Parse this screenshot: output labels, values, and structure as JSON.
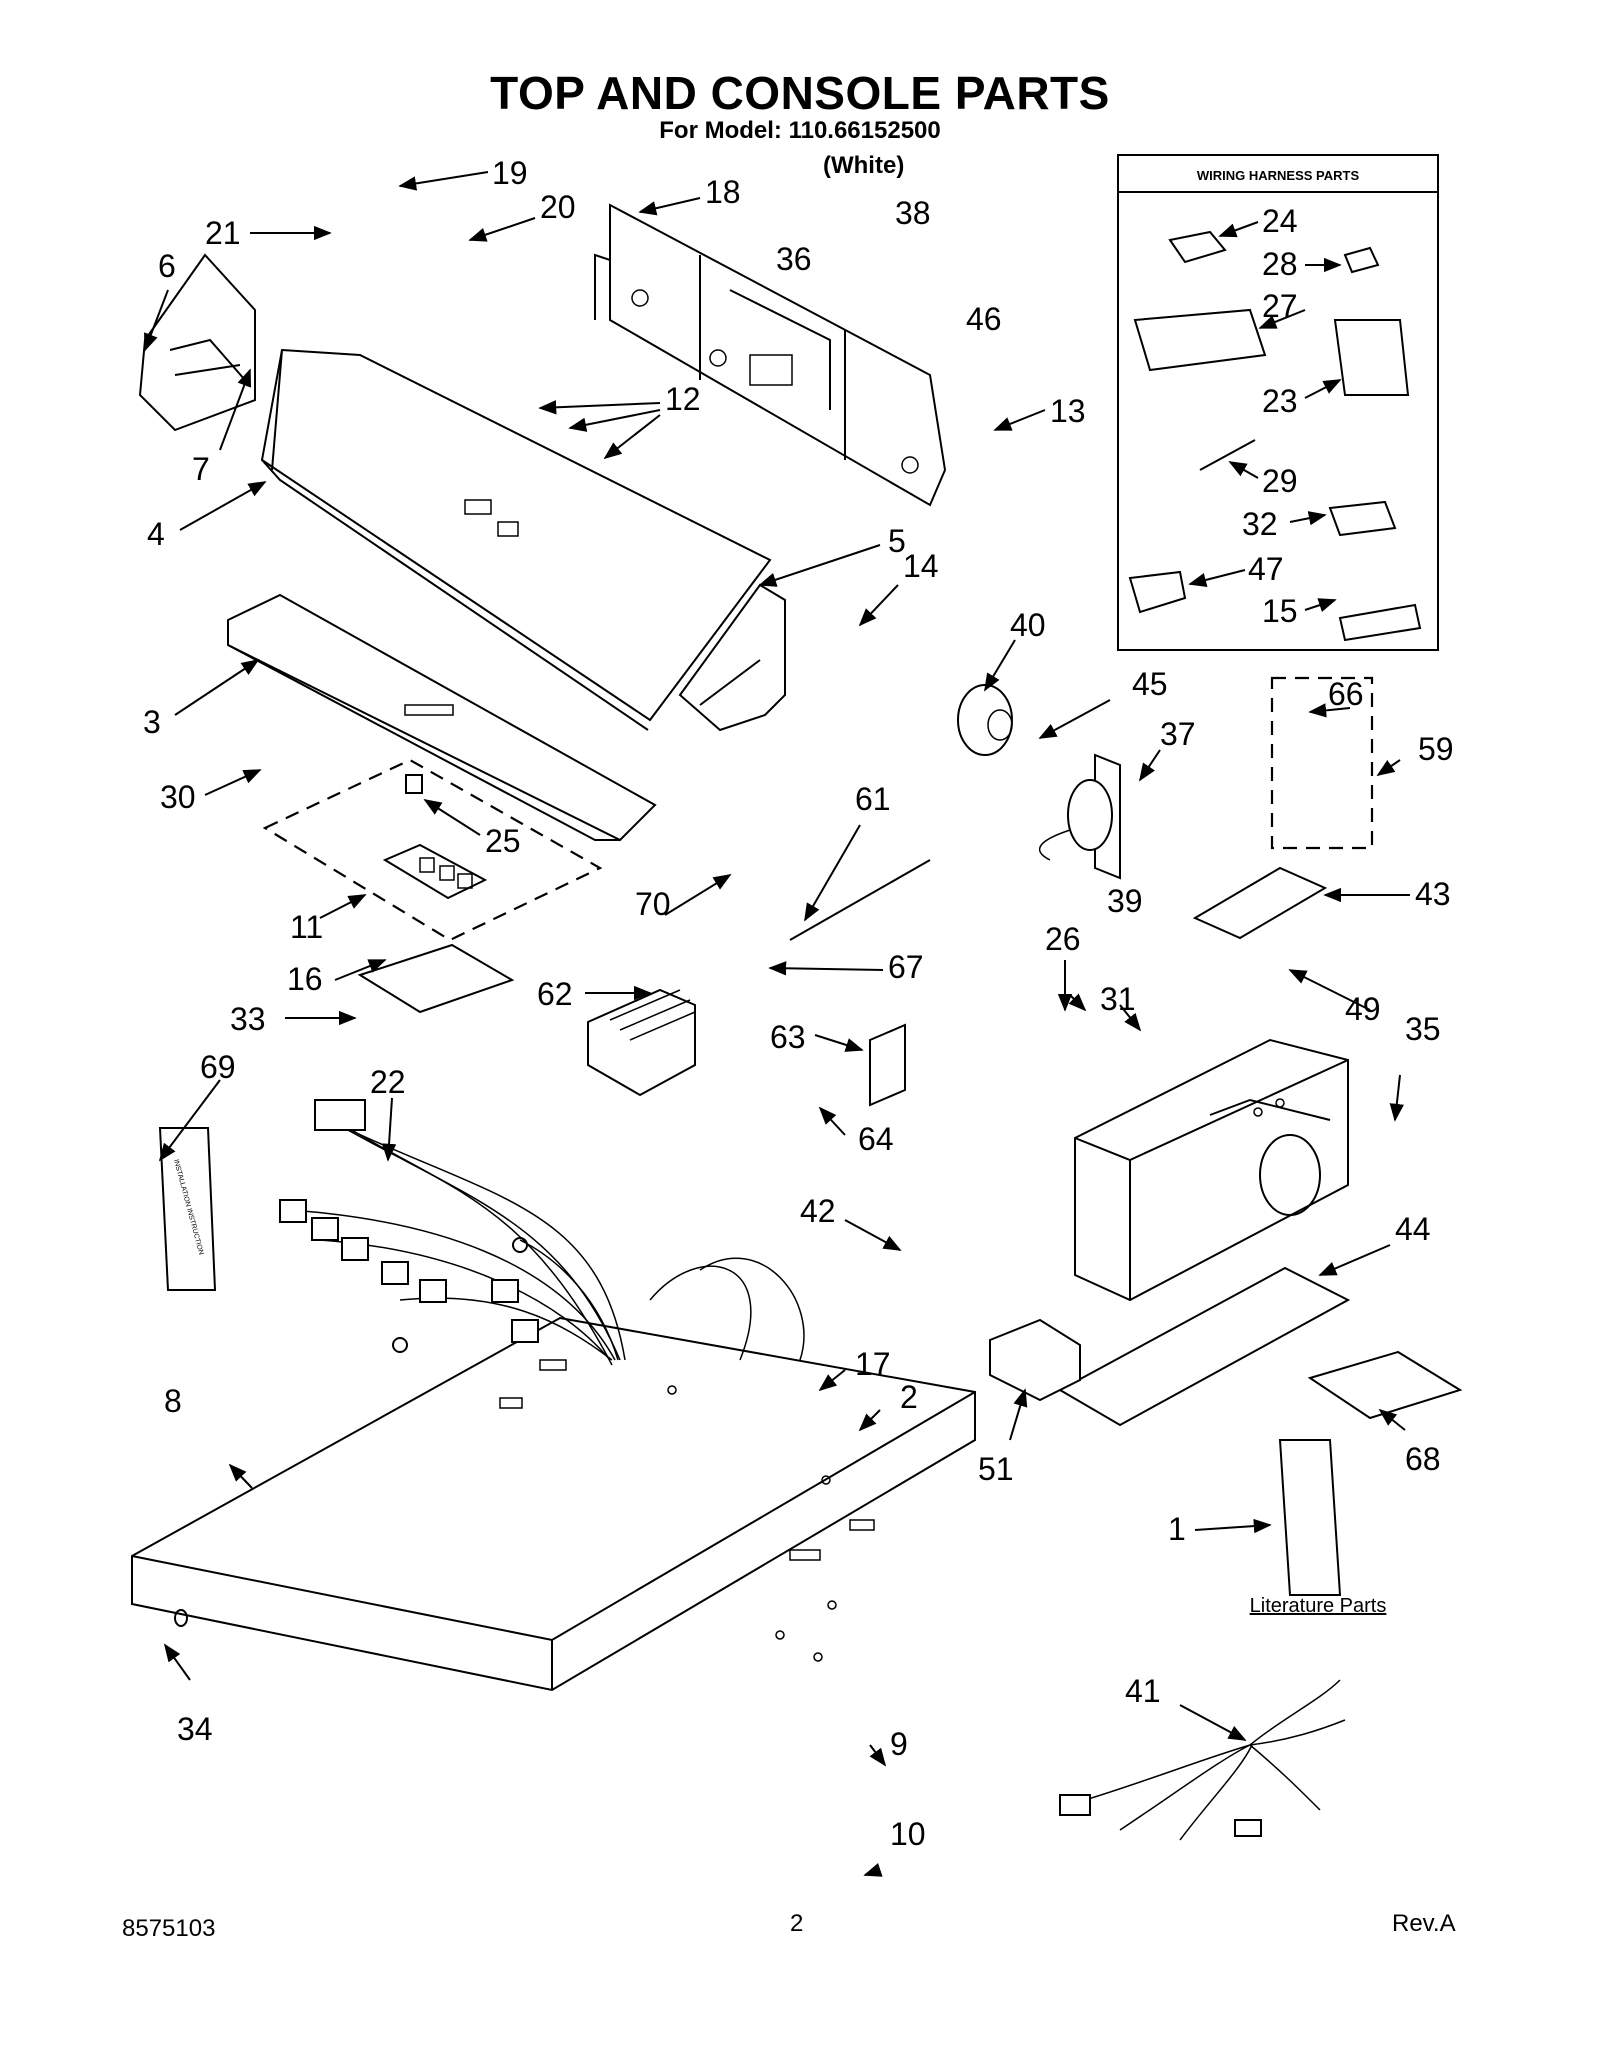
{
  "title": "TOP AND CONSOLE PARTS",
  "subtitle": "For Model: 110.66152500",
  "color_variant": "(White)",
  "wiring_harness_box": {
    "heading": "WIRING HARNESS PARTS",
    "items": [
      "24",
      "28",
      "27",
      "23",
      "29",
      "32",
      "47",
      "15"
    ]
  },
  "literature_parts_label": "Literature Parts",
  "callouts": [
    "1",
    "2",
    "3",
    "4",
    "5",
    "6",
    "7",
    "8",
    "9",
    "10",
    "11",
    "12",
    "13",
    "14",
    "15",
    "16",
    "17",
    "18",
    "19",
    "20",
    "21",
    "22",
    "23",
    "24",
    "25",
    "26",
    "27",
    "28",
    "29",
    "30",
    "31",
    "32",
    "33",
    "34",
    "35",
    "36",
    "37",
    "38",
    "39",
    "40",
    "41",
    "42",
    "43",
    "44",
    "45",
    "46",
    "47",
    "49",
    "51",
    "59",
    "61",
    "62",
    "63",
    "64",
    "66",
    "67",
    "68",
    "69",
    "70"
  ],
  "footer": {
    "part_number": "8575103",
    "page": "2",
    "revision": "Rev.A"
  }
}
